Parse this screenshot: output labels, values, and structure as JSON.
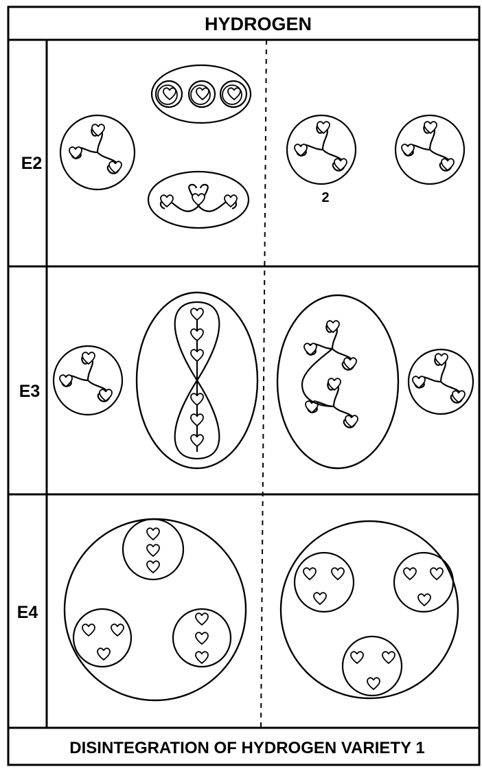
{
  "title": "HYDROGEN",
  "caption": "DISINTEGRATION  OF  HYDROGEN  VARIETY  1",
  "rows": [
    {
      "label": "E2",
      "note": "2"
    },
    {
      "label": "E3"
    },
    {
      "label": "E4"
    }
  ]
}
